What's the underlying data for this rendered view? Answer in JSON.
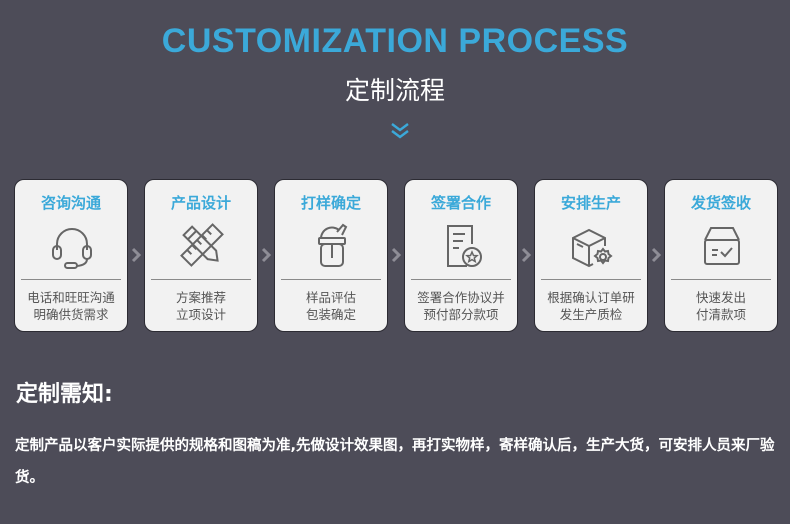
{
  "header": {
    "title_en": "CUSTOMIZATION PROCESS",
    "title_cn": "定制流程",
    "chevron_icon": "double-chevron-down-icon"
  },
  "colors": {
    "background": "#4d4c58",
    "accent": "#3ba9d9",
    "card_bg": "#f2f2f2",
    "icon_stroke": "#666666"
  },
  "steps": [
    {
      "title": "咨询沟通",
      "icon": "headset-icon",
      "desc_line1": "电话和旺旺沟通",
      "desc_line2": "明确供货需求"
    },
    {
      "title": "产品设计",
      "icon": "pencil-ruler-icon",
      "desc_line1": "方案推荐",
      "desc_line2": "立项设计"
    },
    {
      "title": "打样确定",
      "icon": "sample-cup-icon",
      "desc_line1": "样品评估",
      "desc_line2": "包装确定"
    },
    {
      "title": "签署合作",
      "icon": "contract-document-icon",
      "desc_line1": "签署合作协议并",
      "desc_line2": "预付部分款项"
    },
    {
      "title": "安排生产",
      "icon": "box-gear-icon",
      "desc_line1": "根据确认订单研",
      "desc_line2": "发生产质检"
    },
    {
      "title": "发货签收",
      "icon": "delivery-box-check-icon",
      "desc_line1": "快速发出",
      "desc_line2": "付清款项"
    }
  ],
  "notice": {
    "title": "定制需知:",
    "body": "定制产品以客户实际提供的规格和图稿为准,先做设计效果图，再打实物样，寄样确认后，生产大货，可安排人员来厂验货。"
  }
}
